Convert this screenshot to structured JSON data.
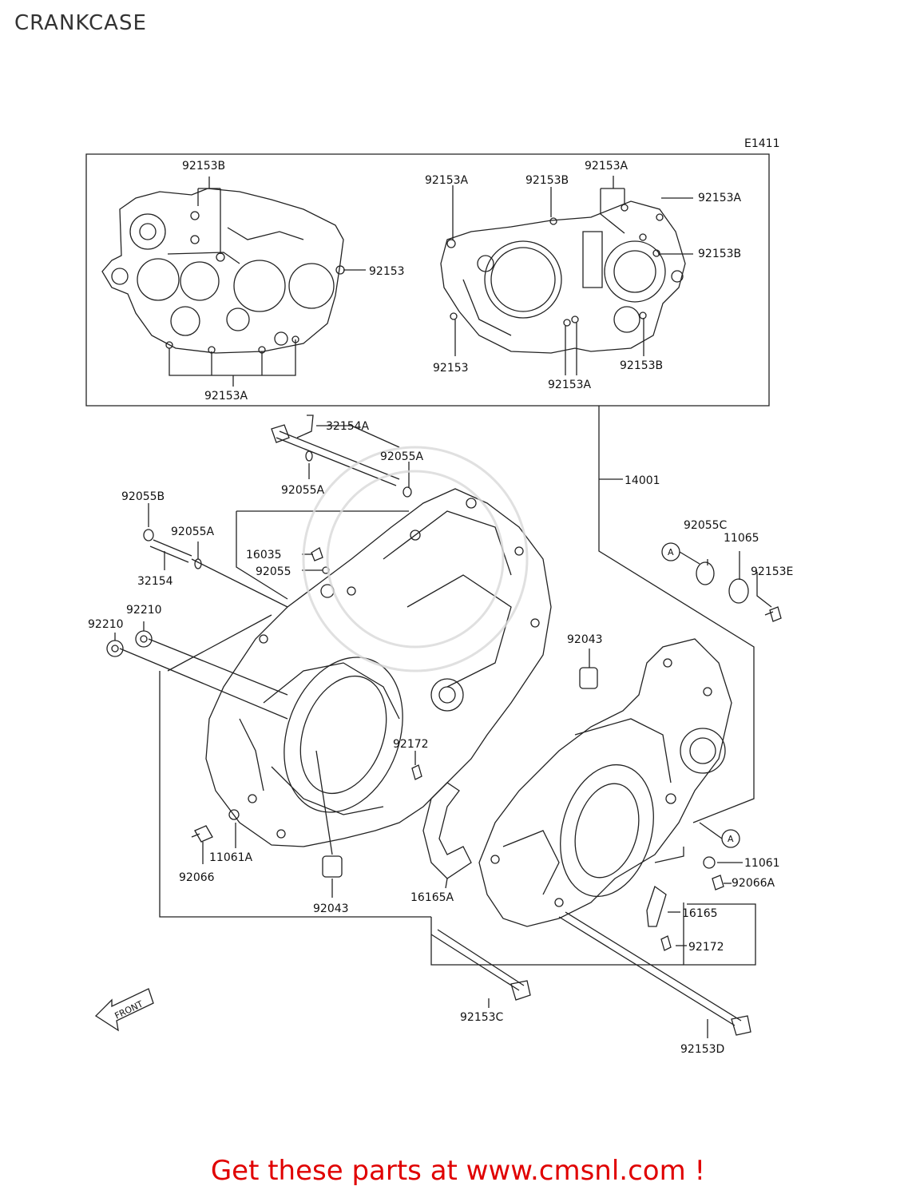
{
  "page": {
    "title": "CRANKCASE",
    "diagram_code": "E1411",
    "footer": "Get these parts at www.cmsnl.com !",
    "front_label": "FRONT",
    "ref_marker": "A"
  },
  "labels": {
    "l01": "92153B",
    "l02": "92153",
    "l03": "92153A",
    "l04": "92153A",
    "l05": "92153B",
    "l06": "92153A",
    "l07": "92153A",
    "l08": "92153B",
    "l09": "92153",
    "l10": "92153A",
    "l11": "92153B",
    "l12": "32154A",
    "l13": "92055A",
    "l14": "92055A",
    "l15": "14001",
    "l16": "92055B",
    "l17": "92055A",
    "l18": "32154",
    "l19": "16035",
    "l20": "92055",
    "l21": "92055C",
    "l22": "11065",
    "l23": "92153E",
    "l24": "92210",
    "l25": "92210",
    "l26": "92043",
    "l27": "92172",
    "l28": "11061A",
    "l29": "92066",
    "l30": "92043",
    "l31": "16165A",
    "l32": "11061",
    "l33": "92066A",
    "l34": "16165",
    "l35": "92172",
    "l36": "92153C",
    "l37": "92153D"
  }
}
